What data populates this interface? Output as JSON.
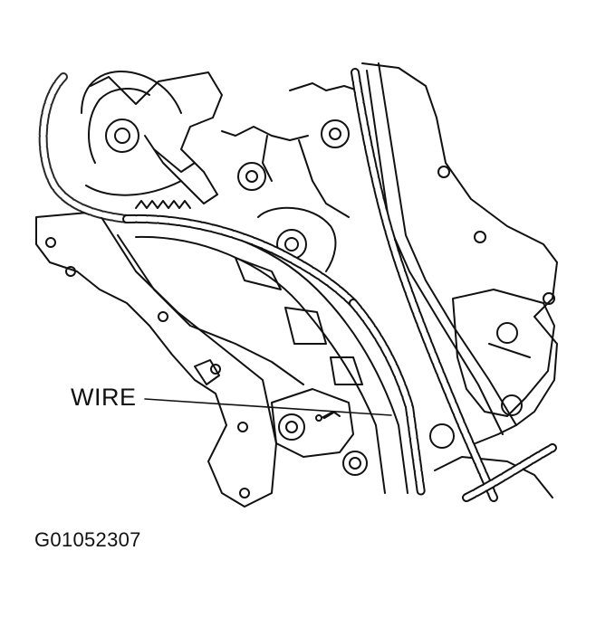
{
  "diagram": {
    "callout_label": "WIRE",
    "figure_id": "G01052307",
    "line_color": "#111111",
    "background": "#ffffff",
    "chain_plate_count_estimate": 0
  }
}
